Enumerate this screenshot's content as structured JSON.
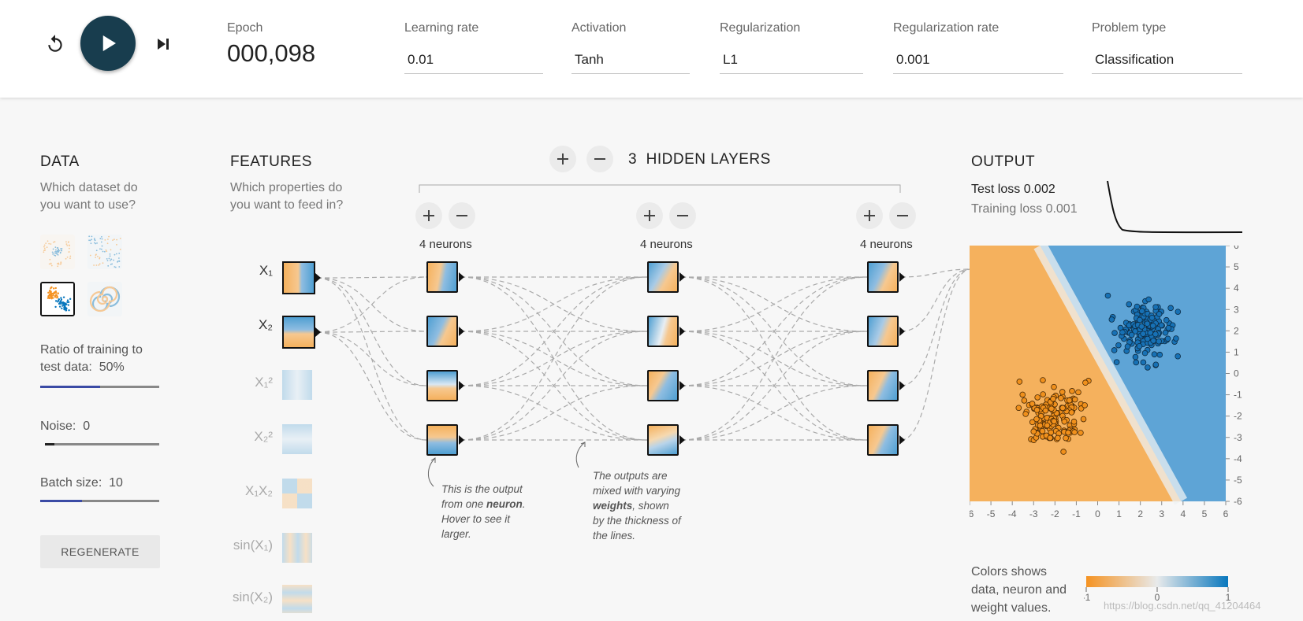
{
  "controls": {
    "reset_icon": "reset-icon",
    "play_icon": "play-icon",
    "step_icon": "step-forward-icon"
  },
  "header": {
    "epoch_label": "Epoch",
    "epoch_value": "000,098",
    "learning_rate": {
      "label": "Learning rate",
      "value": "0.01"
    },
    "activation": {
      "label": "Activation",
      "value": "Tanh"
    },
    "regularization": {
      "label": "Regularization",
      "value": "L1"
    },
    "regularization_rate": {
      "label": "Regularization rate",
      "value": "0.001"
    },
    "problem_type": {
      "label": "Problem type",
      "value": "Classification"
    }
  },
  "data_panel": {
    "title": "DATA",
    "subtitle": "Which dataset do you want to use?",
    "datasets": [
      "circle",
      "xor",
      "gaussian",
      "spiral"
    ],
    "selected_dataset": "gaussian",
    "ratio_label": "Ratio of training to test data:",
    "ratio_value": "50%",
    "ratio_fraction": 0.5,
    "noise_label": "Noise:",
    "noise_value": "0",
    "noise_fraction": 0.0,
    "batch_label": "Batch size:",
    "batch_value": "10",
    "batch_fraction": 0.35,
    "regenerate_label": "REGENERATE"
  },
  "features_panel": {
    "title": "FEATURES",
    "subtitle": "Which properties do you want to feed in?",
    "features": [
      {
        "label": "X₁",
        "active": true
      },
      {
        "label": "X₂",
        "active": true
      },
      {
        "label": "X₁²",
        "active": false
      },
      {
        "label": "X₂²",
        "active": false
      },
      {
        "label": "X₁X₂",
        "active": false
      },
      {
        "label": "sin(X₁)",
        "active": false
      },
      {
        "label": "sin(X₂)",
        "active": false
      }
    ]
  },
  "network": {
    "layer_count": "3",
    "layers_label": "HIDDEN LAYERS",
    "add_icon": "plus-icon",
    "remove_icon": "minus-icon",
    "layers": [
      {
        "neurons_label": "4 neurons"
      },
      {
        "neurons_label": "4 neurons"
      },
      {
        "neurons_label": "4 neurons"
      }
    ],
    "note_neuron": {
      "line1": "This is the output",
      "line2_pre": "from one ",
      "line2_bold": "neuron",
      "line2_post": ".",
      "line3": "Hover to see it",
      "line4": "larger."
    },
    "note_weights": {
      "line1": "The outputs are",
      "line2": "mixed with varying",
      "line3_bold": "weights",
      "line3_post": ", shown",
      "line4": "by the thickness of",
      "line5": "the lines."
    }
  },
  "output_panel": {
    "title": "OUTPUT",
    "test_loss_label": "Test loss",
    "test_loss_value": "0.002",
    "training_loss_label": "Training loss",
    "training_loss_value": "0.001",
    "axis_ticks": [
      "-6",
      "-5",
      "-4",
      "-3",
      "-2",
      "-1",
      "0",
      "1",
      "2",
      "3",
      "4",
      "5",
      "6"
    ],
    "legend_text_line1": "Colors shows",
    "legend_text_line2": "data, neuron and",
    "legend_text_line3": "weight values.",
    "legend_ticks": [
      "-1",
      "0",
      "1"
    ]
  },
  "colors": {
    "orange": "#f59322",
    "blue": "#0877bd",
    "dark": "#183d4e"
  },
  "watermark": "https://blog.csdn.net/qq_41204464"
}
